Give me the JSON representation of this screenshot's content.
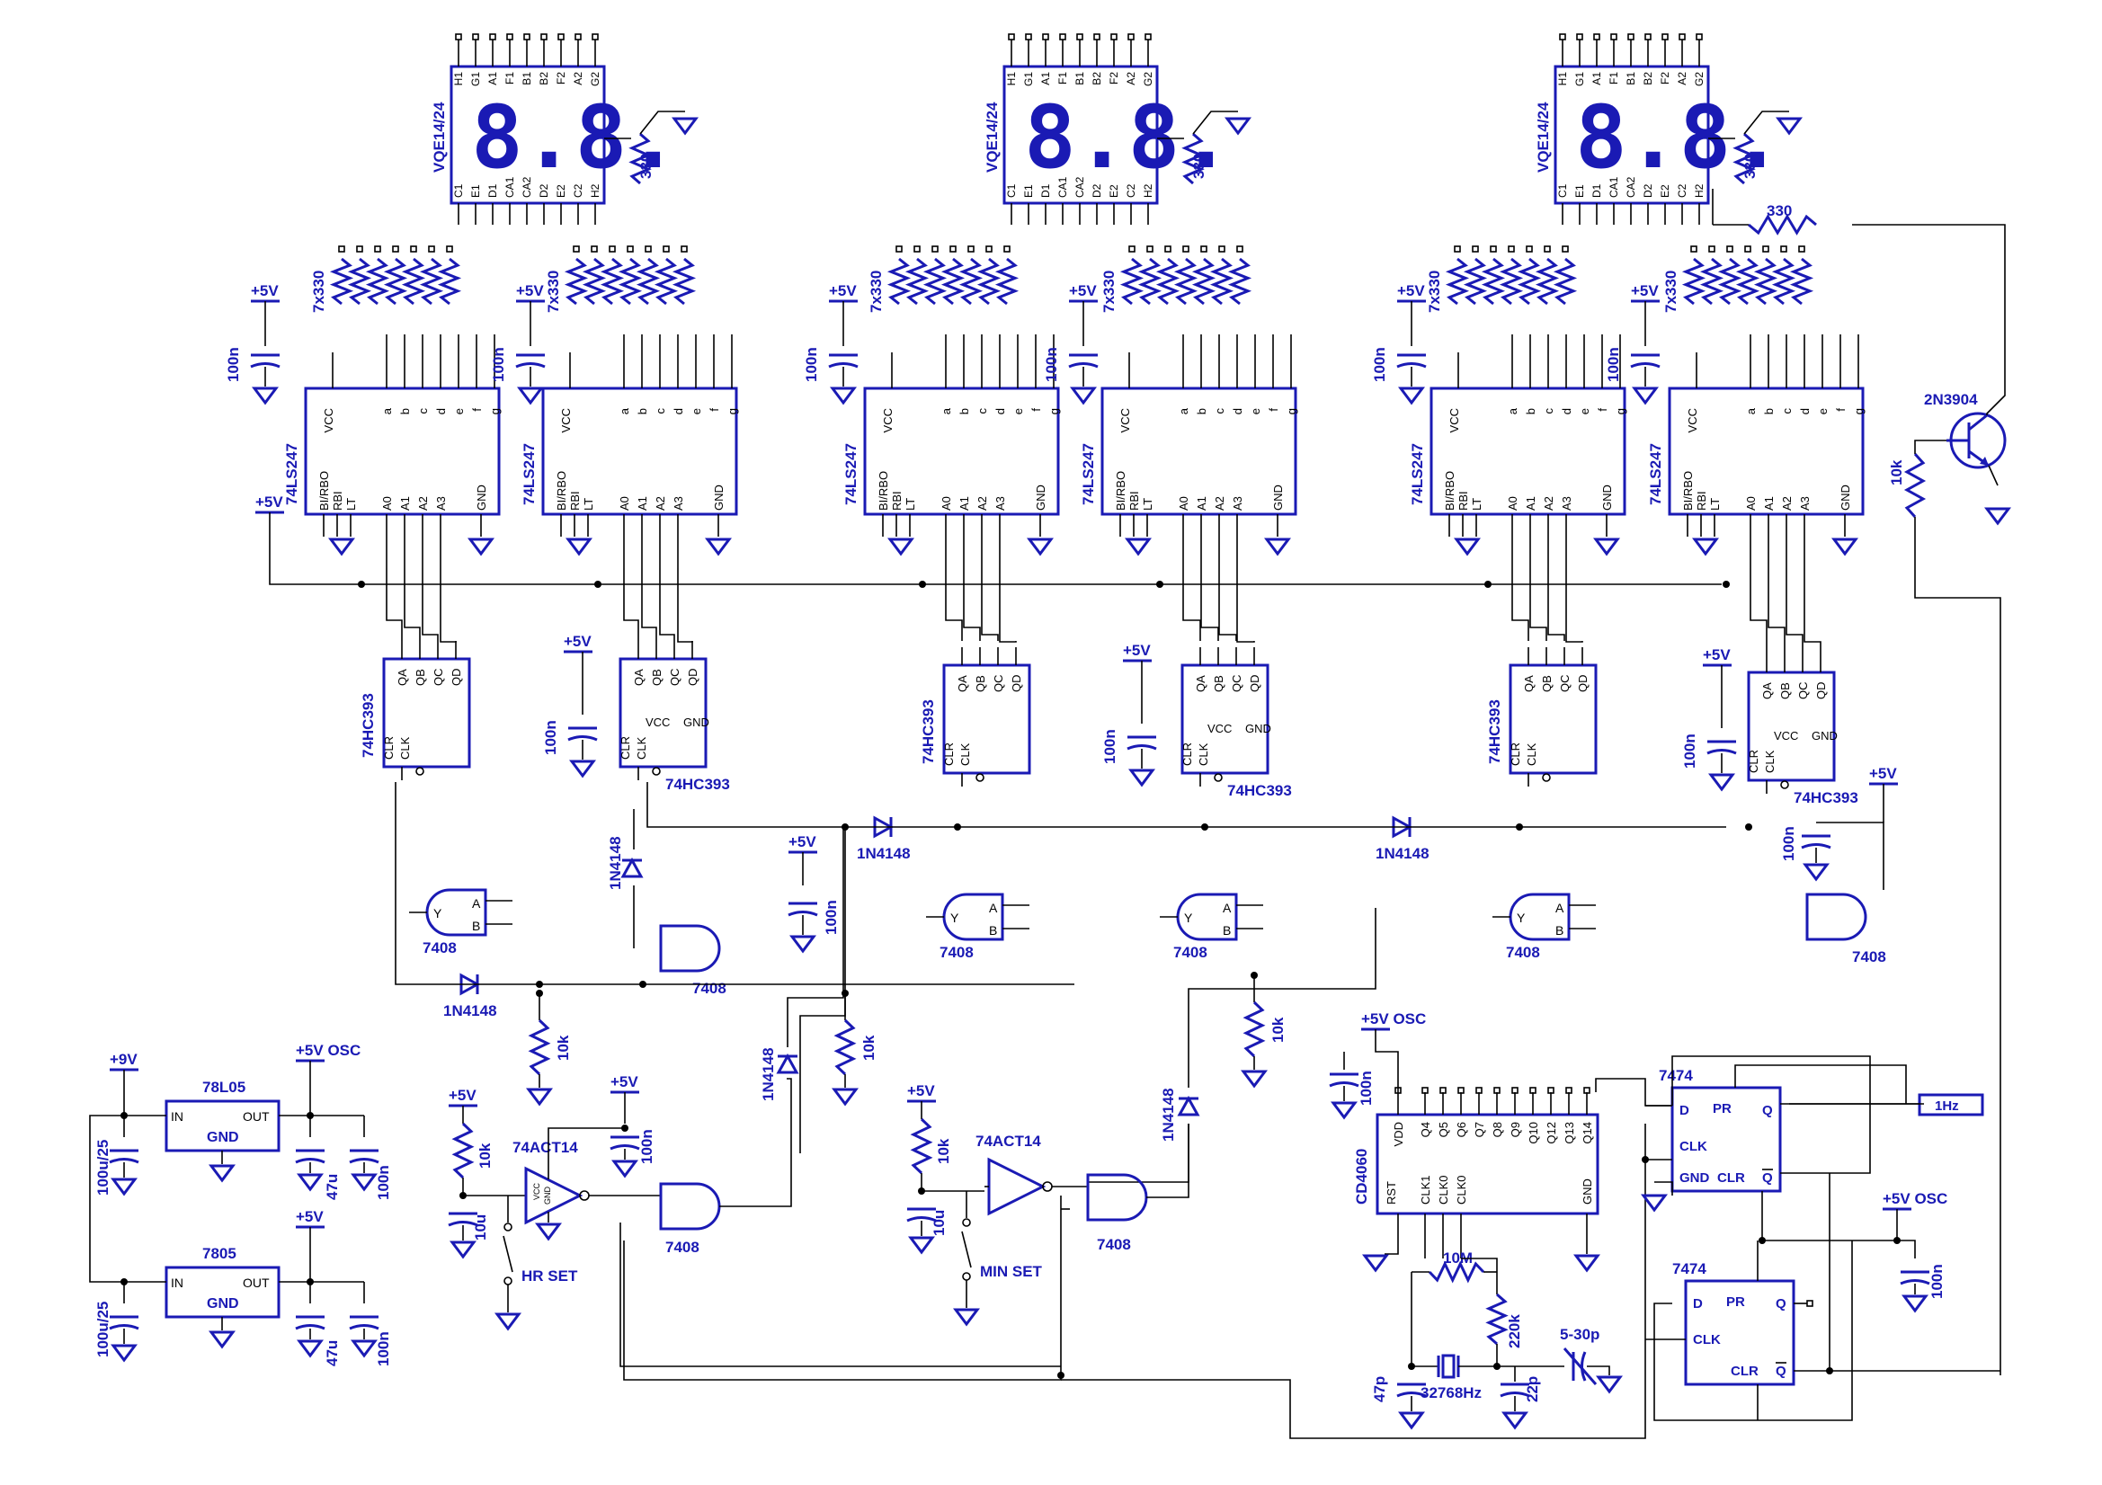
{
  "labels": {
    "display": "VQE14/24",
    "display_pins_top": [
      "H1",
      "G1",
      "A1",
      "F1",
      "B1",
      "B2",
      "F2",
      "A2",
      "G2"
    ],
    "display_pins_bottom": [
      "C1",
      "E1",
      "D1",
      "CA1",
      "CA2",
      "D2",
      "E2",
      "C2",
      "H2"
    ],
    "display_digits": "8.8.",
    "r330": "330",
    "r7x330": "7x330",
    "plus5v": "+5V",
    "plus5v_osc": "+5V OSC",
    "plus9v": "+9V",
    "c100n": "100n",
    "decoder": "74LS247",
    "decoder_pins_top": [
      "VCC",
      "a",
      "b",
      "c",
      "d",
      "e",
      "f",
      "g"
    ],
    "decoder_pins_bottom": [
      "BI/RBO",
      "RBI",
      "LT",
      "A0",
      "A1",
      "A2",
      "A3",
      "GND"
    ],
    "counter": "74HC393",
    "counter_pins": [
      "QA",
      "QB",
      "QC",
      "QD",
      "VCC",
      "GND",
      "CLR",
      "CLK"
    ],
    "and_gate": "7408",
    "diode": "1N4148",
    "r10k": "10k",
    "transistor": "2N3904",
    "reg1": "78L05",
    "reg2": "7805",
    "reg_in": "IN",
    "reg_out": "OUT",
    "reg_gnd": "GND",
    "c100u": "100u/25",
    "c47u": "47u",
    "inverter": "74ACT14",
    "c10u": "10u",
    "hr_set": "HR SET",
    "min_set": "MIN SET",
    "osc": "CD4060",
    "osc_pins_top": [
      "VDD",
      "Q4",
      "Q5",
      "Q6",
      "Q7",
      "Q8",
      "Q9",
      "Q10",
      "Q12",
      "Q13",
      "Q14"
    ],
    "osc_pins_bottom": [
      "RST",
      "CLK1",
      "CLK0",
      "CLK0",
      "GND"
    ],
    "r10m": "10M",
    "r220k": "220k",
    "c47p": "47p",
    "xtal": "32768Hz",
    "c22p": "22p",
    "trim": "5-30p",
    "ff": "7474",
    "ff_pins": [
      "D",
      "PR",
      "Q",
      "CLK",
      "GND",
      "CLR",
      "Q"
    ],
    "out_1hz": "1Hz",
    "vcc": "VCC",
    "gnd": "GND"
  }
}
